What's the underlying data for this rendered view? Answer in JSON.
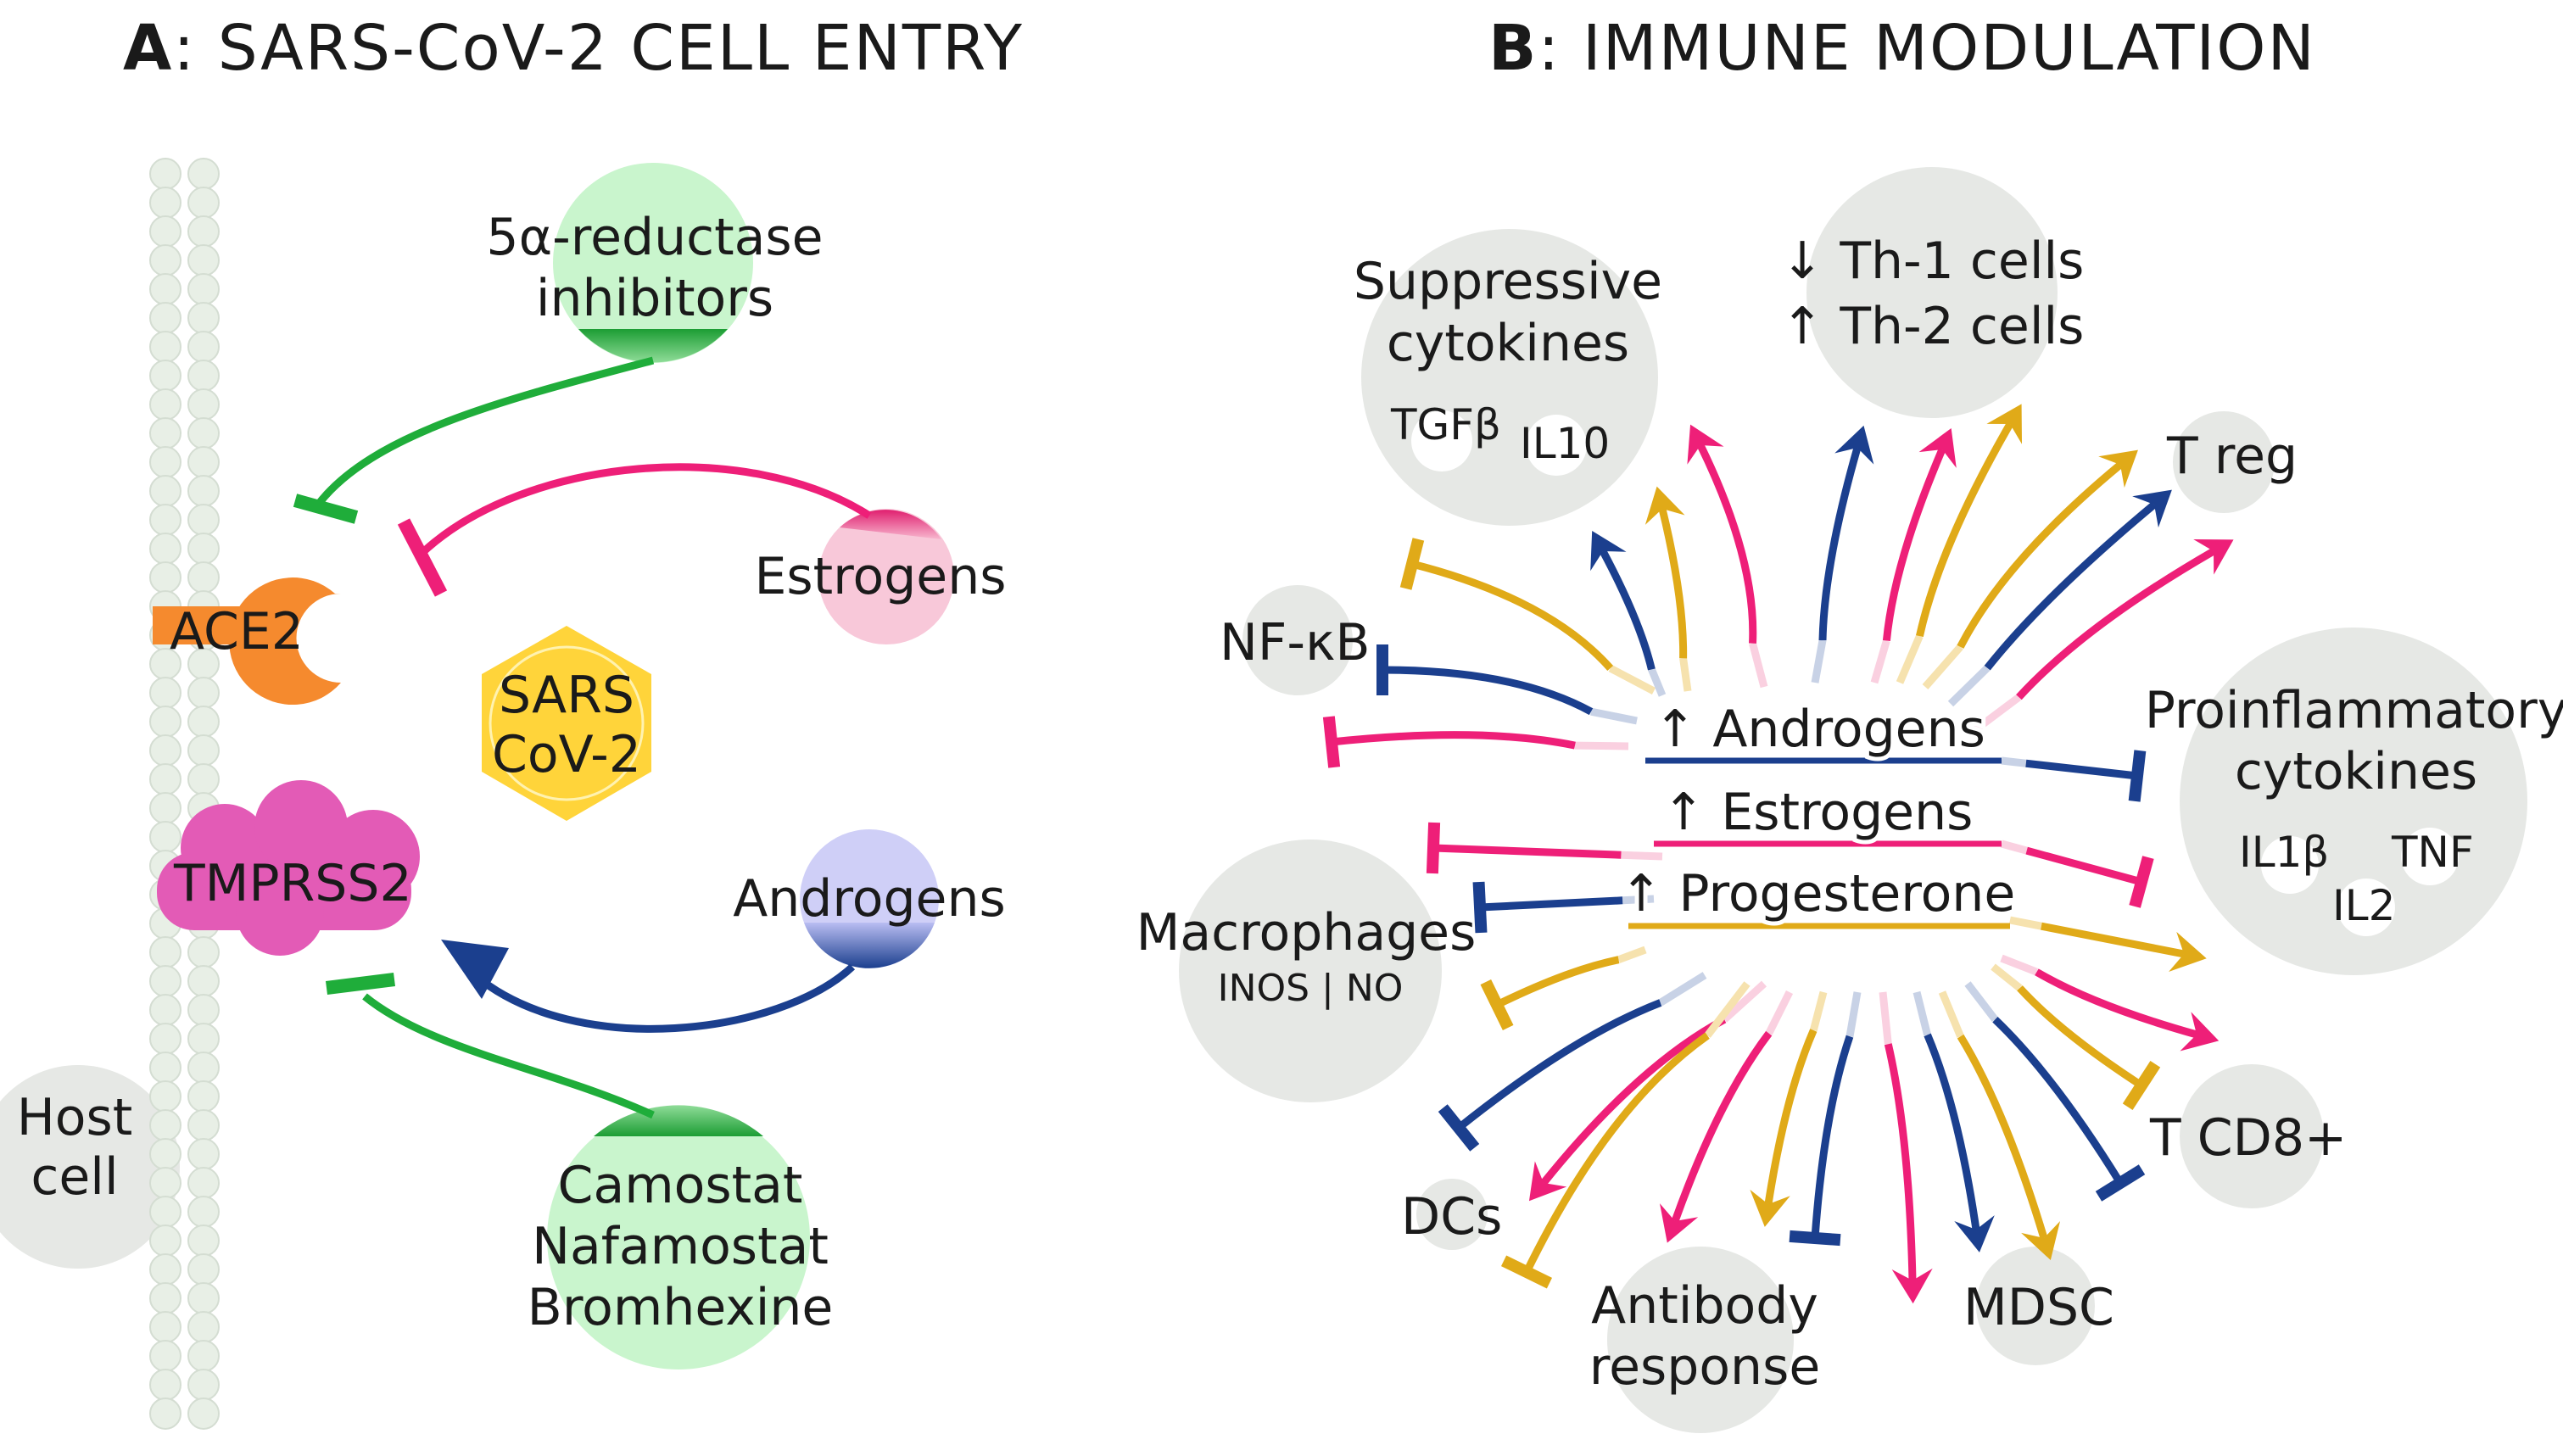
{
  "panel_a": {
    "title_letter": "A",
    "title_rest": ": SARS-CoV-2 CELL ENTRY",
    "reductase_line1": "5α-reductase",
    "reductase_line2": "inhibitors",
    "estrogens": "Estrogens",
    "ace2": "ACE2",
    "virus_line1": "SARS",
    "virus_line2": "CoV-2",
    "tmprss2": "TMPRSS2",
    "androgens": "Androgens",
    "host_line1": "Host",
    "host_line2": "cell",
    "drugs_line1": "Camostat",
    "drugs_line2": "Nafamostat",
    "drugs_line3": "Bromhexine"
  },
  "panel_b": {
    "title_letter": "B",
    "title_rest": ": IMMUNE MODULATION",
    "hormone_androgens": "↑ Androgens",
    "hormone_estrogens": "↑ Estrogens",
    "hormone_progesterone": "↑ Progesterone",
    "suppressive_line1": "Suppressive",
    "suppressive_line2": "cytokines",
    "tgfb": "TGFβ",
    "il10": "IL10",
    "th1": "↓ Th-1 cells",
    "th2": "↑ Th-2 cells",
    "treg": "T reg",
    "nfkb": "NF-κB",
    "proinf_line1": "Proinflammatory",
    "proinf_line2": "cytokines",
    "il1b": "IL1β",
    "tnf": "TNF",
    "il2": "IL2",
    "macrophages": "Macrophages",
    "inos": "INOS | NO",
    "tcd8": "T CD8+",
    "dcs": "DCs",
    "antibody_line1": "Antibody",
    "antibody_line2": "response",
    "mdsc": "MDSC"
  },
  "colors": {
    "green": "#1fad3a",
    "pink": "#ee1f78",
    "navy": "#1b3f8e",
    "gold": "#e0aa18",
    "ace2_orange": "#f58a2e",
    "tmprss2_magenta": "#e35bb6",
    "virus_yellow": "#ffd43a",
    "gray_circle": "#e6e8e5"
  }
}
